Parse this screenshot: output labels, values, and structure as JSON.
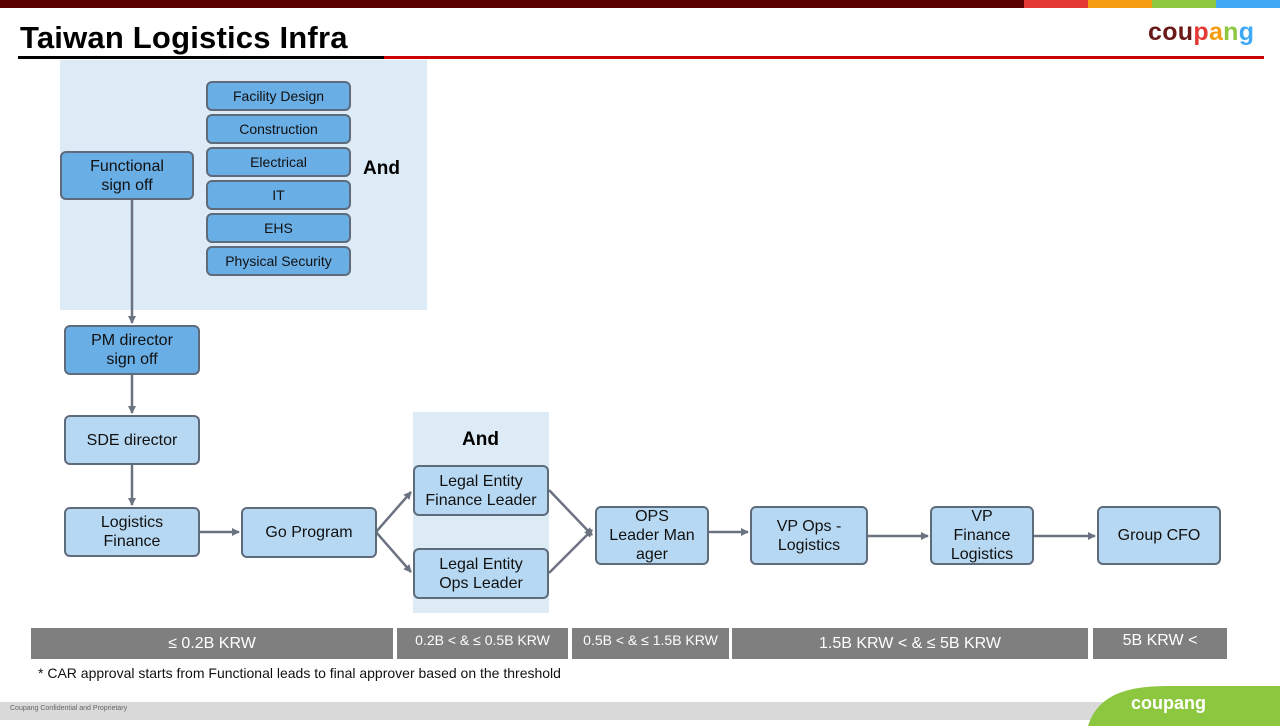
{
  "header": {
    "title": "Taiwan Logistics Infra",
    "logo": {
      "c": "c",
      "o": "o",
      "u": "u",
      "p": "p",
      "a": "a",
      "n": "n",
      "g": "g"
    }
  },
  "colors": {
    "top_dark": "#5a0000",
    "red": "#e53935",
    "orange": "#f39c12",
    "green": "#8dc63f",
    "blue": "#3fa9f5"
  },
  "functional": {
    "signoff": "Functional\nsign off",
    "items": [
      "Facility Design",
      "Construction",
      "Electrical",
      "IT",
      "EHS",
      "Physical Security"
    ],
    "and_label": "And"
  },
  "flow": {
    "pm_director": "PM director\nsign off",
    "sde_director": "SDE director",
    "logistics_finance": "Logistics\nFinance",
    "go_program": "Go Program",
    "and_label": "And",
    "legal_finance": "Legal Entity\nFinance Leader",
    "legal_ops": "Legal Entity\nOps Leader",
    "ops_leader": "OPS\nLeader Man\nager",
    "vp_ops": "VP Ops -\nLogistics",
    "vp_finance": "VP\nFinance\nLogistics",
    "group_cfo": "Group CFO"
  },
  "thresholds": [
    "≤ 0.2B KRW",
    "0.2B  < & ≤ 0.5B KRW",
    "0.5B  < & ≤ 1.5B KRW",
    "1.5B KRW < & ≤ 5B KRW",
    "5B KRW <"
  ],
  "footnote": "* CAR approval starts from Functional leads to final approver based on the threshold",
  "footer": {
    "confidential": "Coupang Confidential and Proprietary",
    "logo": "coupang"
  }
}
